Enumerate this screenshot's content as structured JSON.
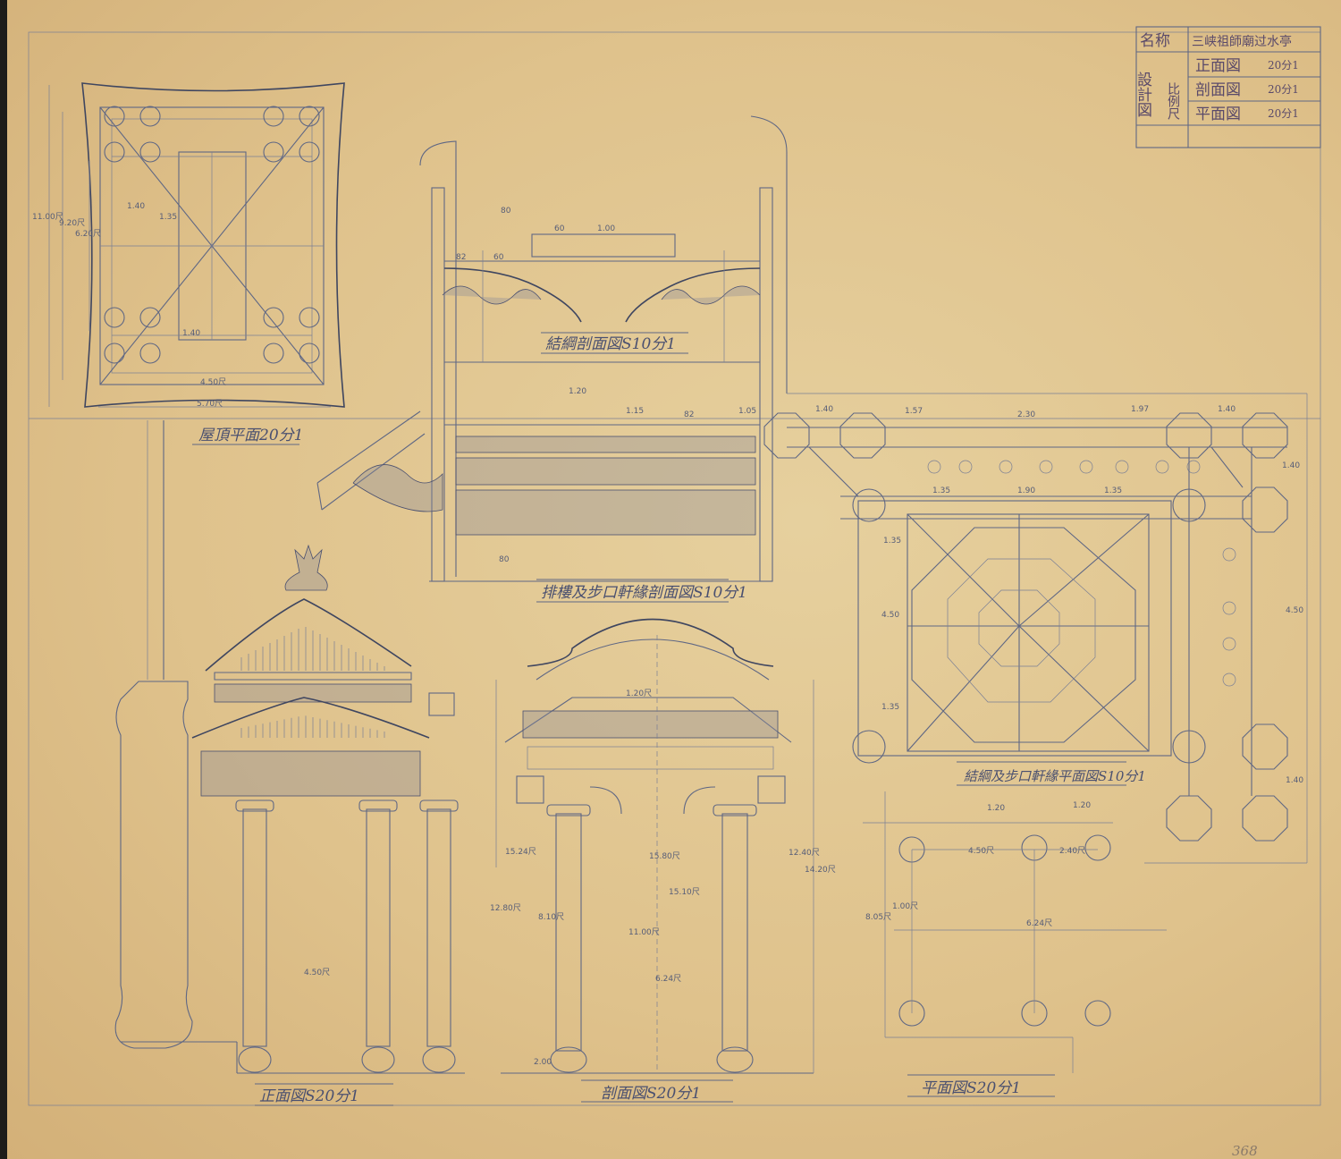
{
  "title_block": {
    "name_label": "名称",
    "name_value": "三峡祖師廟过水亭",
    "design_label": "設計図",
    "scale_label": "比例尺",
    "rows": [
      {
        "drawing": "正面図",
        "scale": "20分1"
      },
      {
        "drawing": "剖面図",
        "scale": "20分1"
      },
      {
        "drawing": "平面図",
        "scale": "20分1"
      }
    ]
  },
  "drawings": {
    "roof_plan": "屋頂平面20分1",
    "truss_section": "結綱剖面図S10分1",
    "arch_section": "排樓及步口軒緣剖面図S10分1",
    "truss_plan": "結綱及步口軒緣平面図S10分1",
    "front_elevation": "正面図S20分1",
    "section": "剖面図S20分1",
    "plan": "平面図S20分1"
  },
  "dimensions": {
    "roof_plan": [
      "11.00尺",
      "9.20尺",
      "6.20尺",
      "1.40",
      "1.35",
      "4.50尺",
      "5.70尺",
      "1.40"
    ],
    "truss_section": [
      "80",
      "1.00",
      "60",
      "82",
      "60",
      "1.20",
      "1.15",
      "82",
      "1.05",
      "80"
    ],
    "truss_plan": [
      "1.40",
      "1.57",
      "2.30",
      "1.97",
      "1.40",
      "1.35",
      "1.90",
      "1.35",
      "1.40",
      "4.50",
      "1.40",
      "1.35",
      "4.50",
      "1.35"
    ],
    "front_elevation": [
      "4.50尺"
    ],
    "section": [
      "1.20尺",
      "15.24尺",
      "15.80尺",
      "12.80尺",
      "8.10尺",
      "15.10尺",
      "11.00尺",
      "6.24尺",
      "12.40尺",
      "14.20尺",
      "2.00"
    ],
    "plan": [
      "1.20",
      "1.20",
      "4.50尺",
      "2.40尺",
      "8.05尺",
      "1.00尺",
      "6.24尺"
    ]
  },
  "page_number": "368"
}
